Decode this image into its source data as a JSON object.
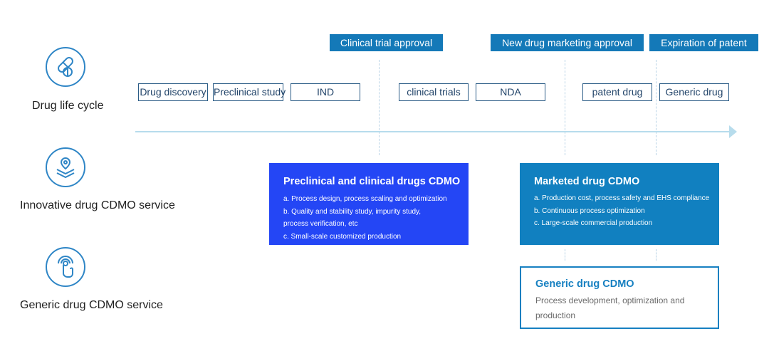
{
  "rows": {
    "lifecycle": {
      "label": "Drug life cycle",
      "icon": "capsule-icon"
    },
    "innovative": {
      "label": "Innovative drug CDMO service",
      "icon": "location-layers-icon"
    },
    "generic": {
      "label": "Generic drug CDMO service",
      "icon": "touch-fingerprint-icon"
    }
  },
  "milestones": [
    {
      "label": "Clinical trial approval"
    },
    {
      "label": "New drug marketing approval"
    },
    {
      "label": "Expiration of patent"
    }
  ],
  "stages": [
    {
      "label": "Drug discovery"
    },
    {
      "label": "Preclinical study"
    },
    {
      "label": "IND"
    },
    {
      "label": "clinical trials"
    },
    {
      "label": "NDA"
    },
    {
      "label": "patent drug"
    },
    {
      "label": "Generic drug"
    }
  ],
  "panels": {
    "preclinical": {
      "title": "Preclinical and clinical drugs CDMO",
      "items": [
        "a. Process design, process scaling and optimization",
        "b. Quality and stability study, impurity study,",
        "process verification, etc",
        "c. Small-scale customized production"
      ]
    },
    "marketed": {
      "title": "Marketed drug CDMO",
      "items": [
        "a. Production cost, process safety and EHS compliance",
        "b. Continuous process optimization",
        "c. Large-scale commercial production"
      ]
    },
    "generic": {
      "title": "Generic drug CDMO",
      "body": "Process development, optimization and production"
    }
  },
  "colors": {
    "accent_blue": "#1479b8",
    "panel_bright_blue": "#2446f5",
    "panel_teal": "#1180c0",
    "timeline_arrow": "#b7dcec",
    "stage_border": "#2b5c86"
  }
}
